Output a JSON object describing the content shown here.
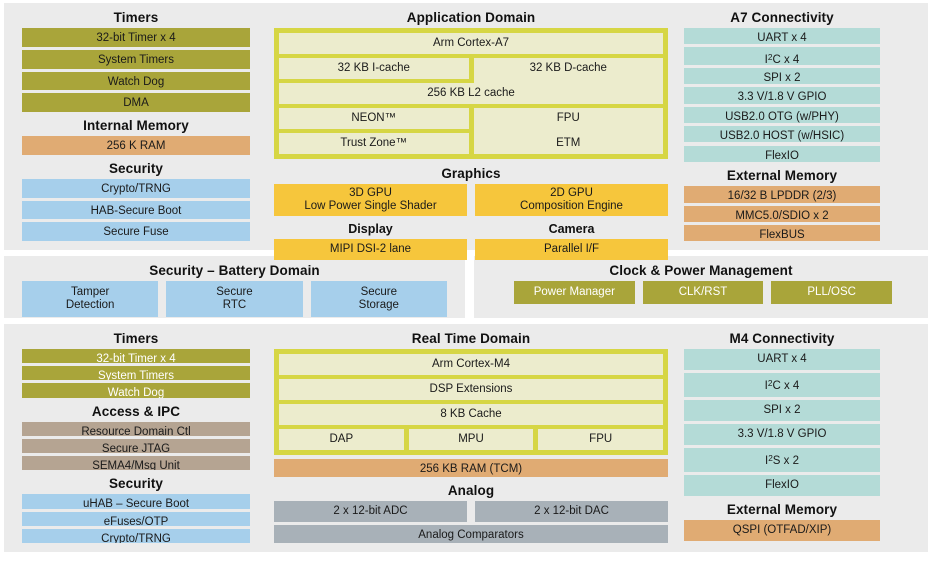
{
  "colors": {
    "panel_bg": "#ebebeb",
    "page_bg": "#ffffff",
    "olive": "#a9a53a",
    "tan": "#e0ab73",
    "blue": "#a6cfeb",
    "teal": "#b4dbd7",
    "gold": "#f6c63c",
    "yellow_frame": "#d6d644",
    "yellow_pale": "#ececcd",
    "brown": "#b5a492",
    "gray_block": "#a8b1b8"
  },
  "top_band": {
    "left_column": {
      "timers": {
        "heading": "Timers",
        "items": [
          "32-bit Timer x 4",
          "System Timers",
          "Watch Dog",
          "DMA"
        ]
      },
      "internal_memory": {
        "heading": "Internal Memory",
        "items": [
          "256 K RAM"
        ]
      },
      "security": {
        "heading": "Security",
        "items": [
          "Crypto/TRNG",
          "HAB-Secure Boot",
          "Secure Fuse"
        ]
      }
    },
    "middle_column": {
      "application_domain": {
        "heading": "Application Domain",
        "cpu": "Arm Cortex-A7",
        "cache_row": [
          "32 KB I-cache",
          "32 KB D-cache"
        ],
        "l2": "256 KB L2 cache",
        "feature_row1": [
          "NEON™",
          "FPU"
        ],
        "feature_row2": [
          "Trust Zone™",
          "ETM"
        ]
      },
      "graphics": {
        "heading": "Graphics",
        "gpu_3d_line1": "3D GPU",
        "gpu_3d_line2": "Low Power Single Shader",
        "gpu_2d_line1": "2D GPU",
        "gpu_2d_line2": "Composition Engine",
        "display_heading": "Display",
        "display_item": "MIPI DSI-2 lane",
        "camera_heading": "Camera",
        "camera_item": "Parallel I/F"
      }
    },
    "right_column": {
      "connectivity": {
        "heading": "A7 Connectivity",
        "items": [
          "UART x 4",
          "I²C x 4",
          "SPI x 2",
          "3.3 V/1.8 V GPIO",
          "USB2.0 OTG (w/PHY)",
          "USB2.0 HOST (w/HSIC)",
          "FlexIO"
        ]
      },
      "external_memory": {
        "heading": "External Memory",
        "items": [
          "16/32 B LPDDR (2/3)",
          "MMC5.0/SDIO x 2",
          "FlexBUS"
        ]
      }
    }
  },
  "middle_band": {
    "security_battery": {
      "heading": "Security – Battery Domain",
      "items": [
        {
          "line1": "Tamper",
          "line2": "Detection"
        },
        {
          "line1": "Secure",
          "line2": "RTC"
        },
        {
          "line1": "Secure",
          "line2": "Storage"
        }
      ]
    },
    "clock_power": {
      "heading": "Clock & Power Management",
      "items": [
        "Power Manager",
        "CLK/RST",
        "PLL/OSC"
      ]
    }
  },
  "bottom_band": {
    "left_column": {
      "timers": {
        "heading": "Timers",
        "items": [
          "32-bit Timer x 4",
          "System Timers",
          "Watch Dog"
        ]
      },
      "access_ipc": {
        "heading": "Access & IPC",
        "items": [
          "Resource Domain Ctl",
          "Secure JTAG",
          "SEMA4/Msg Unit"
        ]
      },
      "security": {
        "heading": "Security",
        "items": [
          "uHAB – Secure Boot",
          "eFuses/OTP",
          "Crypto/TRNG"
        ]
      }
    },
    "middle_column": {
      "real_time_domain": {
        "heading": "Real Time Domain",
        "cpu": "Arm Cortex-M4",
        "dsp": "DSP Extensions",
        "cache": "8 KB Cache",
        "units": [
          "DAP",
          "MPU",
          "FPU"
        ],
        "tcm": "256 KB RAM (TCM)"
      },
      "analog": {
        "heading": "Analog",
        "row": [
          "2 x 12-bit ADC",
          "2 x 12-bit DAC"
        ],
        "comparators": "Analog Comparators"
      }
    },
    "right_column": {
      "connectivity": {
        "heading": "M4 Connectivity",
        "items": [
          "UART x 4",
          "I²C x 4",
          "SPI x 2",
          "3.3 V/1.8 V GPIO",
          "I²S x 2",
          "FlexIO"
        ]
      },
      "external_memory": {
        "heading": "External Memory",
        "items": [
          "QSPI (OTFAD/XIP)"
        ]
      }
    }
  }
}
